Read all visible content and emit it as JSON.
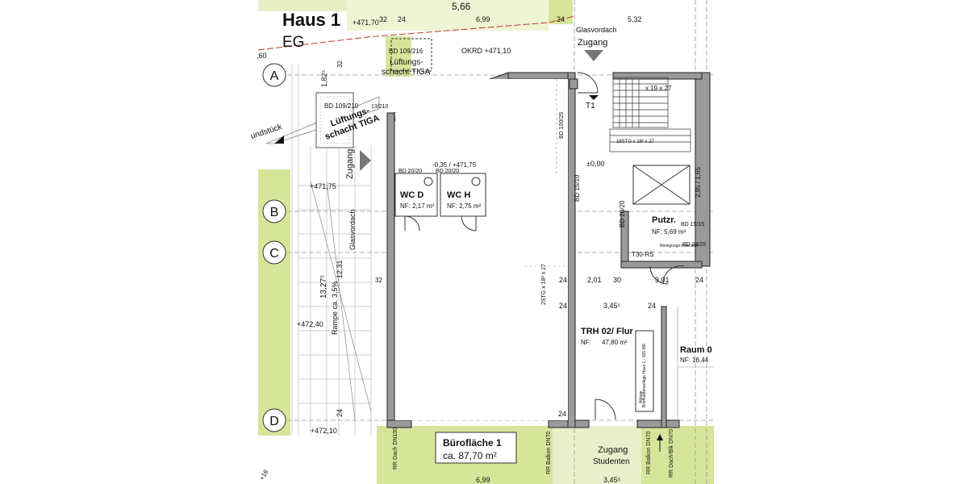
{
  "header": {
    "title": "Haus 1",
    "floor": "EG"
  },
  "colors": {
    "green": "#d6e59a",
    "lightgreen": "#e8efc6",
    "wall": "#9a9a9a",
    "dark": "#1a1a1a"
  },
  "grid_axes": [
    "A",
    "B",
    "C",
    "D"
  ],
  "dimensions": {
    "top_total": "5,66",
    "top_699": "6,99",
    "top_532": "5,32",
    "top_32": "32",
    "top_24a": "24",
    "top_24b": "24",
    "side_182": "1,82⁵",
    "side_13275": "13,27⁵",
    "side_1231": "12,31",
    "side_32": "32",
    "bottom_699": "6,99",
    "bottom_3455": "3,45⁵",
    "mid_201": "2,01",
    "mid_30": "30",
    "mid_301": "3,01",
    "mid_24a": "24",
    "mid_24b": "24",
    "mid_24c": "24",
    "mid_3455": "3,45⁵",
    "mid_24d": "24",
    "mid_24e": "24",
    "left_60": ",60",
    "left_24": "24",
    "bottom_16": "+16"
  },
  "levels": {
    "top": "+471,70",
    "okrd": "OKRD +471,10",
    "mid": "+471,75",
    "lower": "+472,40",
    "bottom": "+472,10",
    "wc": "-0,35 / +471,75",
    "zero": "±0,00"
  },
  "labels": {
    "shaft1": "BD 109/216",
    "shaft1_name_a": "Lüftungs-",
    "shaft1_name_b": "schacht TIGA",
    "shaft2_bd": "BD 109/210",
    "shaft2_bd2": "13/210",
    "shaft2_name_a": "Lüftungs-",
    "shaft2_name_b": "schacht TIGA",
    "glasvordach_top": "Glasvordach",
    "zugang_top": "Zugang",
    "t1": "T1",
    "zugang_left": "Zugang",
    "glasvordach_left": "Glasvordach",
    "rampe": "Rampe ca. 3,5%",
    "grundstueck": "undstück",
    "bd20a": "BD 20/20",
    "bd20b": "BD 20/20",
    "bd15": "BD 15/10",
    "bd20c": "BD 20/20",
    "bd15b": "BD 15/15",
    "bd28": "BD 28/25",
    "stairs_top": "x 19 x 27",
    "stairs_mid": "18STG x 18² x 27",
    "stairs_vert": "2STG x 18² x 27",
    "dim_295": "2,95 / 1,65",
    "reinigung": "Reinigungs-maschine",
    "t30": "T30-RS",
    "ablage": "Ablage",
    "briefkasten": "Briefkastenanlage Haus 1 - 105 WE",
    "zugang_bottom": "Zugang",
    "studenten": "Studenten",
    "rr1": "RR Dach DN100",
    "rr2": "RR Balkon DN70",
    "rr3": "RR Balkon DN70",
    "rr4": "RR Dach/Blk DN70",
    "bd_top_small": "BD 100/25"
  },
  "rooms": {
    "wcd": {
      "name": "WC D",
      "nf": "NF: 2,17 m²"
    },
    "wch": {
      "name": "WC H",
      "nf": "NF: 2,75 m²"
    },
    "putz": {
      "name": "Putzr.",
      "nf": "NF: 5,69 m²"
    },
    "flur": {
      "name": "TRH 02/ Flur",
      "nf_label": "NF:",
      "nf_value": "47,80 m²"
    },
    "raum": {
      "name": "Raum 0",
      "nf": "NF: 18,44"
    },
    "buero": {
      "name": "Bürofläche 1",
      "area": "ca. 87,70 m²"
    }
  }
}
